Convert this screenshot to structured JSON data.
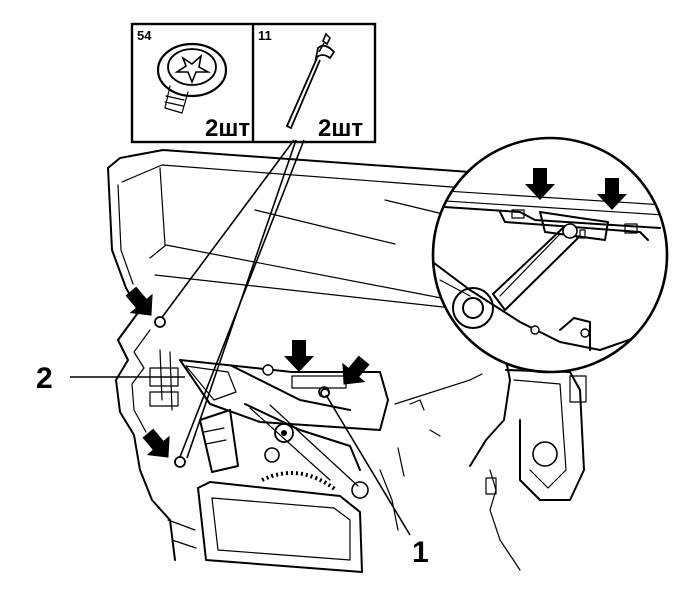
{
  "parts": [
    {
      "code": "54",
      "qty": "2шт",
      "icon": "screw-with-washer-icon"
    },
    {
      "code": "11",
      "qty": "2шт",
      "icon": "rivet-icon"
    }
  ],
  "callouts": {
    "label_1": "1",
    "label_2": "2"
  }
}
